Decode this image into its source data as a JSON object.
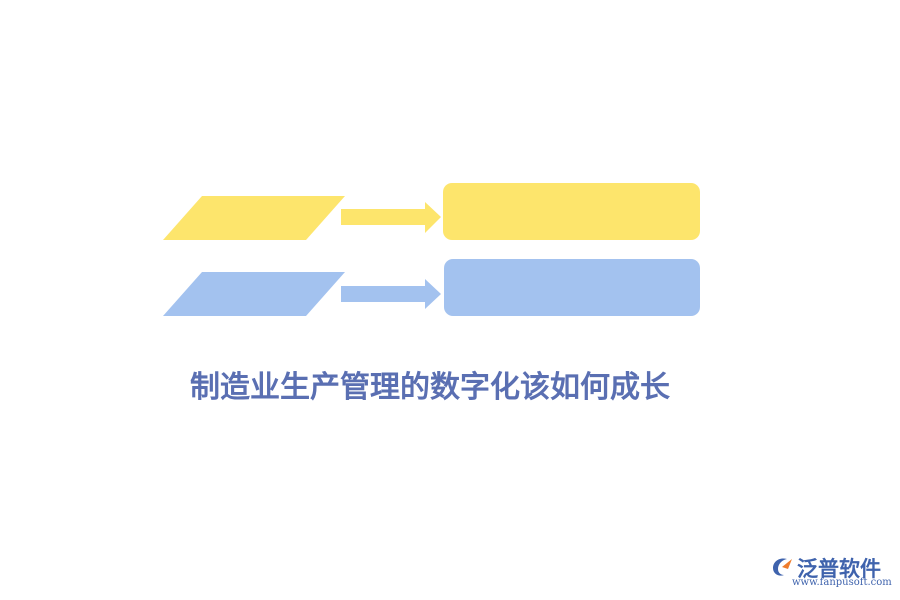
{
  "title": "制造业生产管理的数字化该如何成长",
  "colors": {
    "yellow": "#fde56c",
    "blue": "#a3c2ef",
    "title": "#5a6fb2",
    "brand": "#3f63ad",
    "brand_accent": "#ef7d2c"
  },
  "rows": [
    {
      "color": "yellow",
      "input_text": "",
      "output_text": ""
    },
    {
      "color": "blue",
      "input_text": "",
      "output_text": ""
    }
  ],
  "logo": {
    "name": "泛普软件",
    "url": "www.fanpusoft.com",
    "icon": "fanpu-logo-icon"
  }
}
